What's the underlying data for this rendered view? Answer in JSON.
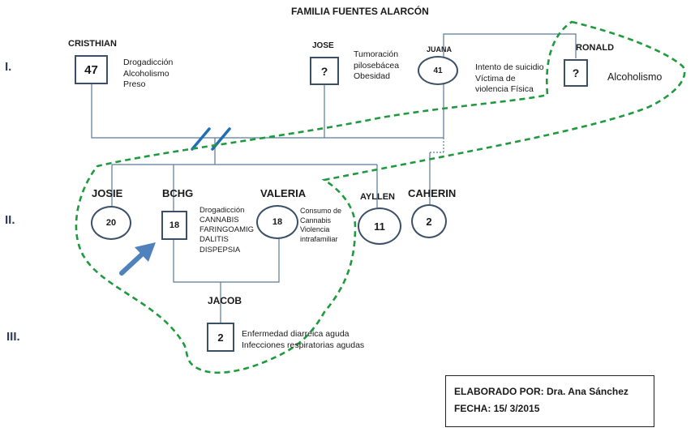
{
  "title": "FAMILIA FUENTES ALARCÓN",
  "generations": [
    "I.",
    "II.",
    "III."
  ],
  "members": {
    "cristhian": {
      "name": "CRISTHIAN",
      "symbol": "47",
      "notes": "Drogadicción\nAlcoholismo\nPreso"
    },
    "jose": {
      "name": "JOSE",
      "symbol": "?",
      "notes": "Tumoración\npilosebácea\nObesidad"
    },
    "juana": {
      "name": "JUANA",
      "symbol": "41",
      "notes": "Intento de suicidio\nVíctima de\nviolencia Física"
    },
    "ronald": {
      "name": "RONALD",
      "symbol": "?",
      "notes": "Alcoholismo"
    },
    "josie": {
      "name": "JOSIE",
      "symbol": "20"
    },
    "bchg": {
      "name": "BCHG",
      "symbol": "18",
      "notes": "Drogadicción\nCANNABIS\nFARINGOAMIG\nDALITIS\nDISPEPSIA"
    },
    "valeria": {
      "name": "VALERIA",
      "symbol": "18",
      "notes": "Consumo de\nCannabis\nViolencia\nintrafamiliar"
    },
    "ayllen": {
      "name": "AYLLEN",
      "symbol": "11"
    },
    "caherin": {
      "name": "CAHERIN",
      "symbol": "2"
    },
    "jacob": {
      "name": "JACOB",
      "symbol": "2",
      "notes": "Enfermedad diarreica aguda\nInfecciones respiratorias agudas"
    }
  },
  "footer": {
    "prepared_by": "ELABORADO POR: Dra. Ana Sánchez",
    "date": "FECHA: 15/ 3/2015"
  },
  "colors": {
    "symbol_border": "#3b5068",
    "relation_line": "#5b7a99",
    "divorce_mark": "#1f6fb5",
    "highlight_boundary": "#1f9a3e",
    "pointer_arrow": "#4f81bd"
  }
}
